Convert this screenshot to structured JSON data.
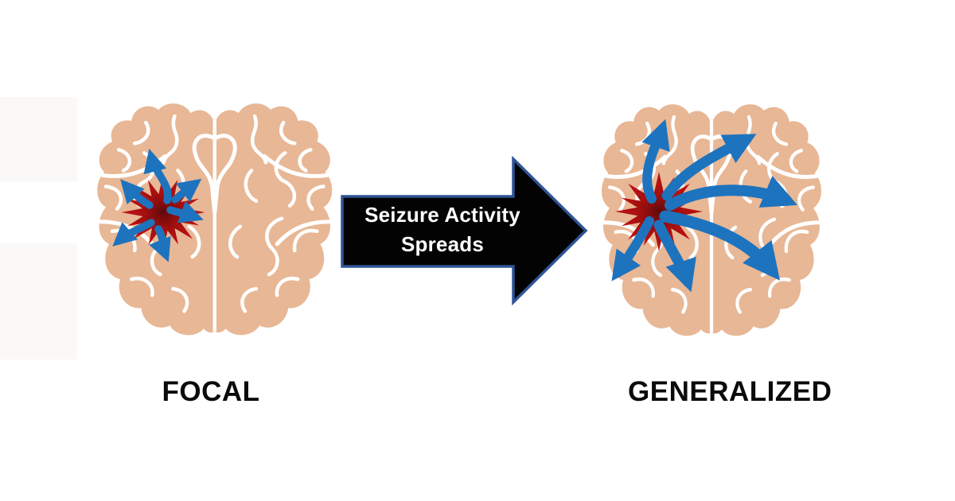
{
  "left_panel": {
    "label": "FOCAL"
  },
  "right_panel": {
    "label": "GENERALIZED"
  },
  "transition_arrow": {
    "line1": "Seizure Activity",
    "line2": "Spreads"
  },
  "icons": {
    "left_brain": "brain-top-view",
    "right_brain": "brain-top-view",
    "left_focus": "seizure-starburst",
    "right_focus": "seizure-starburst",
    "transition": "block-arrow-right",
    "spread": "curved-blue-arrows"
  },
  "colors": {
    "background": "#FFFFFF",
    "brain_fill": "#E8B795",
    "sulci": "#FFFFFF",
    "burst_core": "#5E0A0A",
    "burst_mid": "#A30F0F",
    "burst_outer": "#C41212",
    "spread_arrow": "#1E73BE",
    "arrow_fill": "#030303",
    "arrow_border": "#2F5496",
    "label_color": "#0B0B0B",
    "arrow_text_color": "#FFFFFF"
  }
}
